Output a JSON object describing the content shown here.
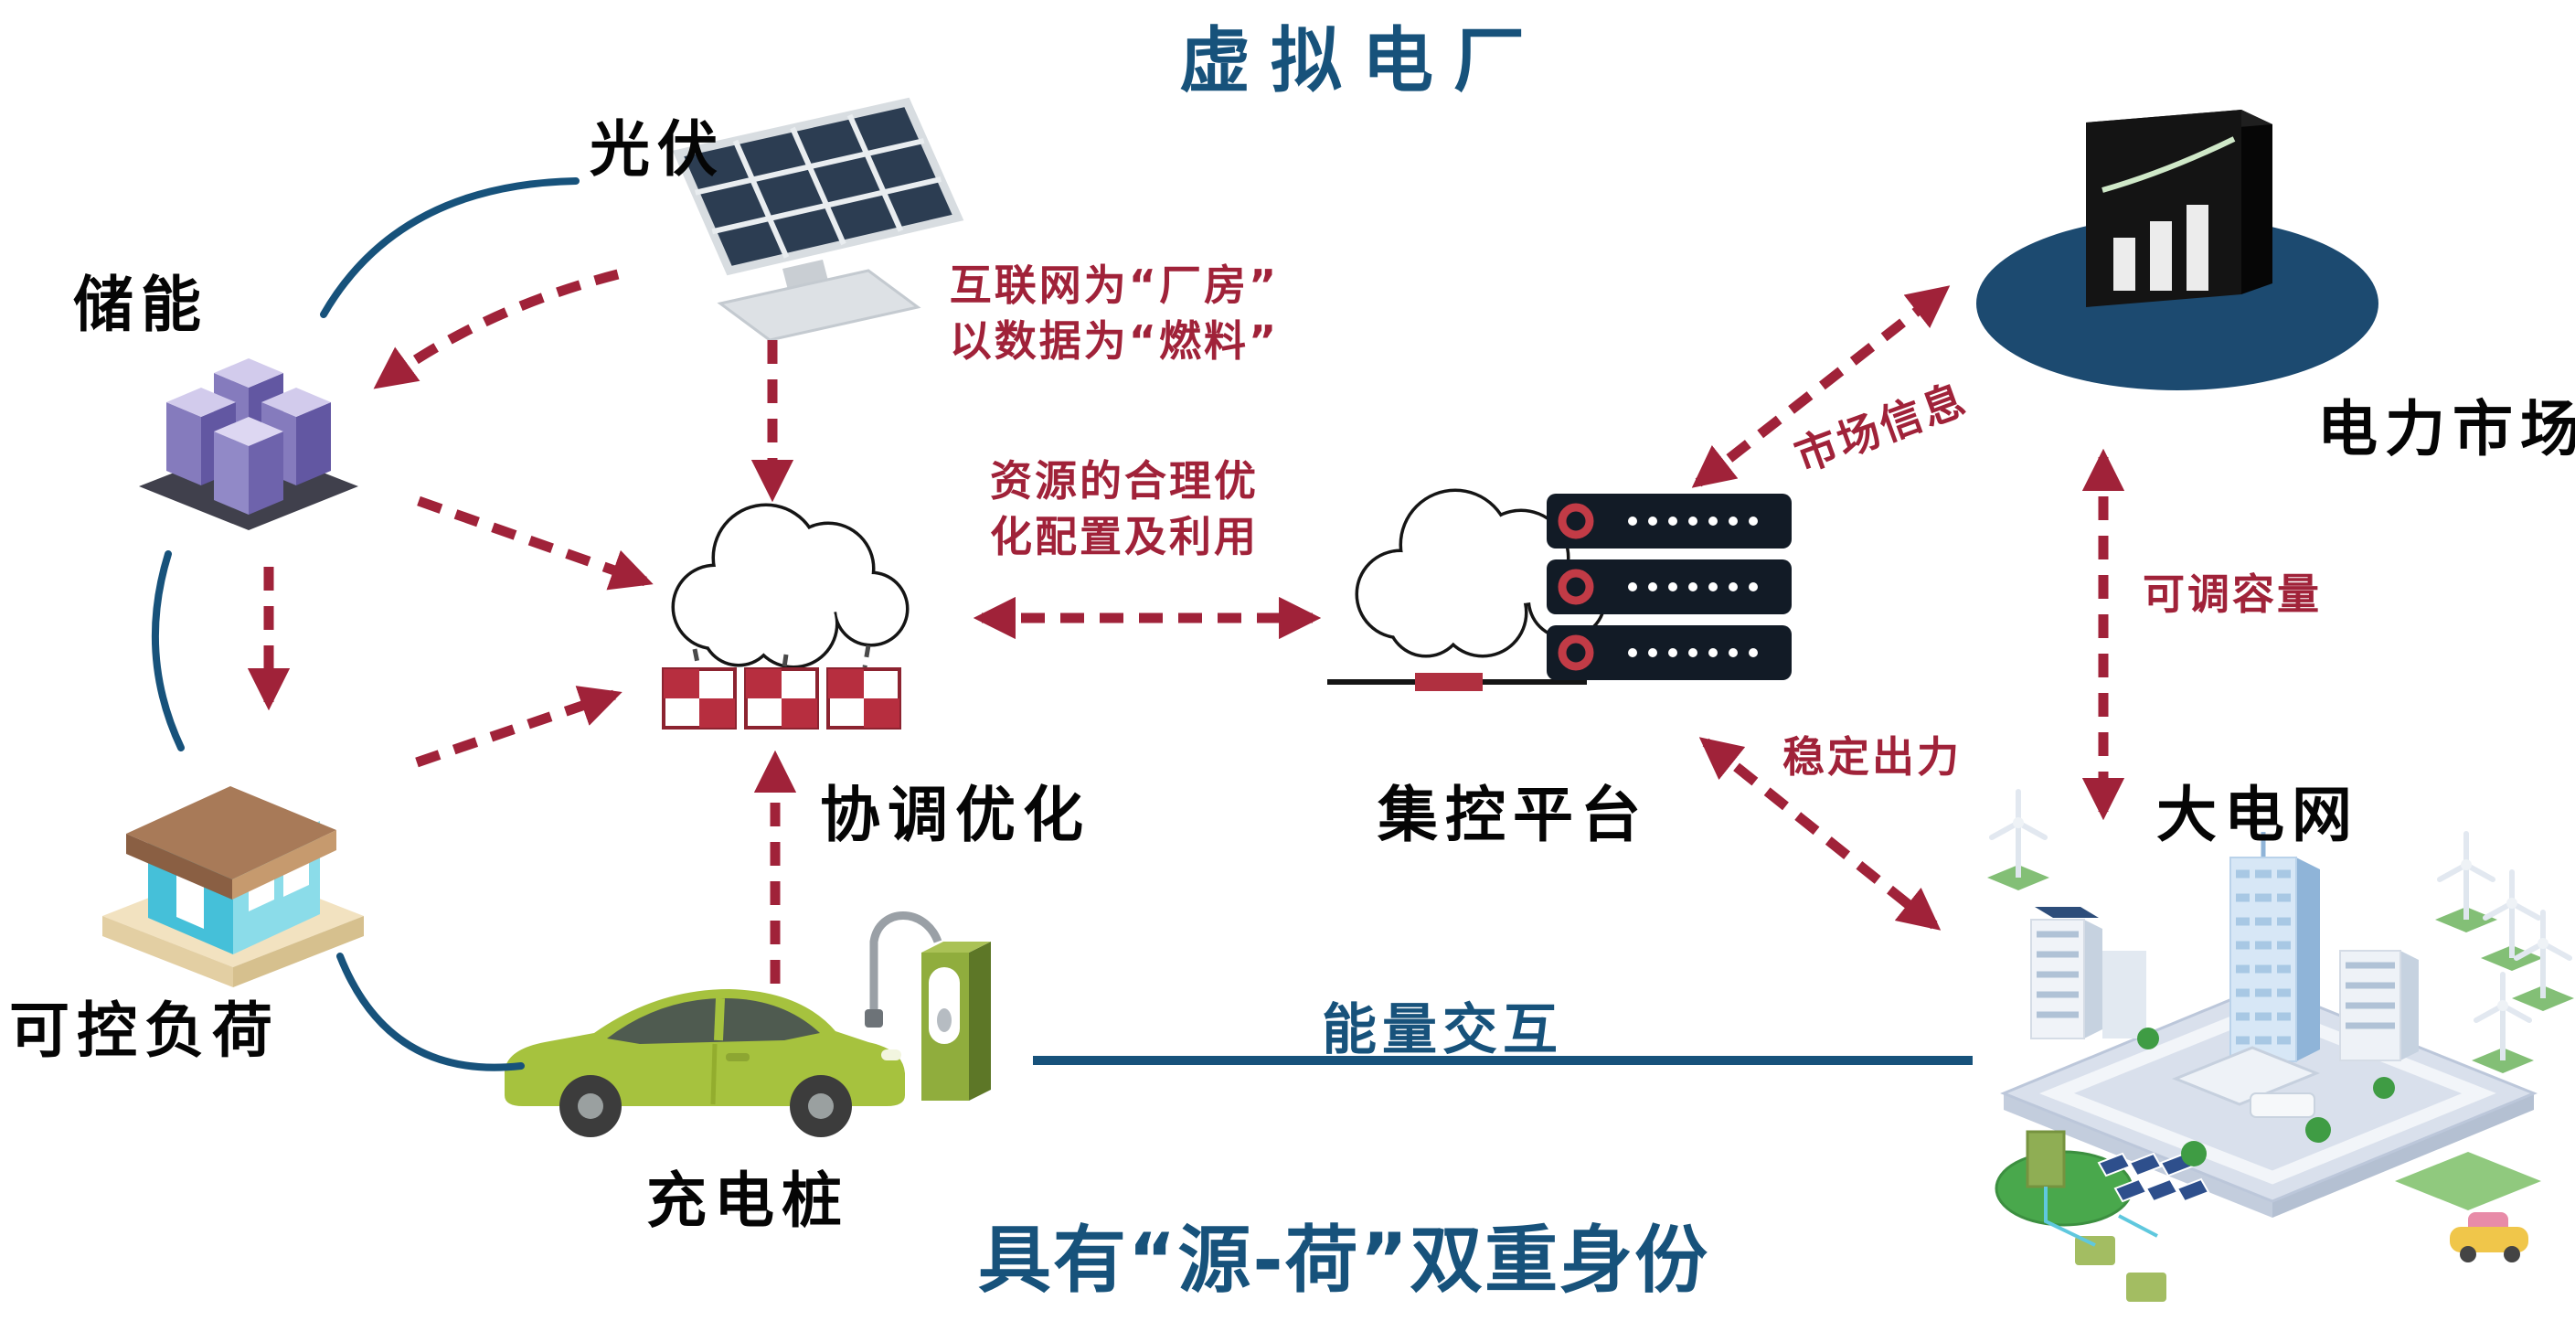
{
  "title": "虚拟电厂",
  "subtitle": "具有“源-荷”双重身份",
  "nodes": {
    "solar": {
      "label": "光伏"
    },
    "storage": {
      "label": "储能"
    },
    "load": {
      "label": "可控负荷"
    },
    "charger": {
      "label": "充电桩"
    },
    "coordination": {
      "label": "协调优化"
    },
    "platform": {
      "label": "集控平台"
    },
    "market": {
      "label": "电力市场"
    },
    "grid": {
      "label": "大电网"
    }
  },
  "annotations": {
    "internet_line1": "互联网为“厂房”",
    "internet_line2": "以数据为“燃料”",
    "resource_line1": "资源的合理优",
    "resource_line2": "化配置及利用",
    "market_info": "市场信息",
    "capacity": "可调容量",
    "output": "稳定出力",
    "energy": "能量交互"
  },
  "colors": {
    "title_blue": "#17527b",
    "arrow_red": "#a02239",
    "label_black": "#000000",
    "market_navy": "#1c4a70",
    "car_green": "#a6c23e",
    "storage_purple": "#857bbd"
  }
}
